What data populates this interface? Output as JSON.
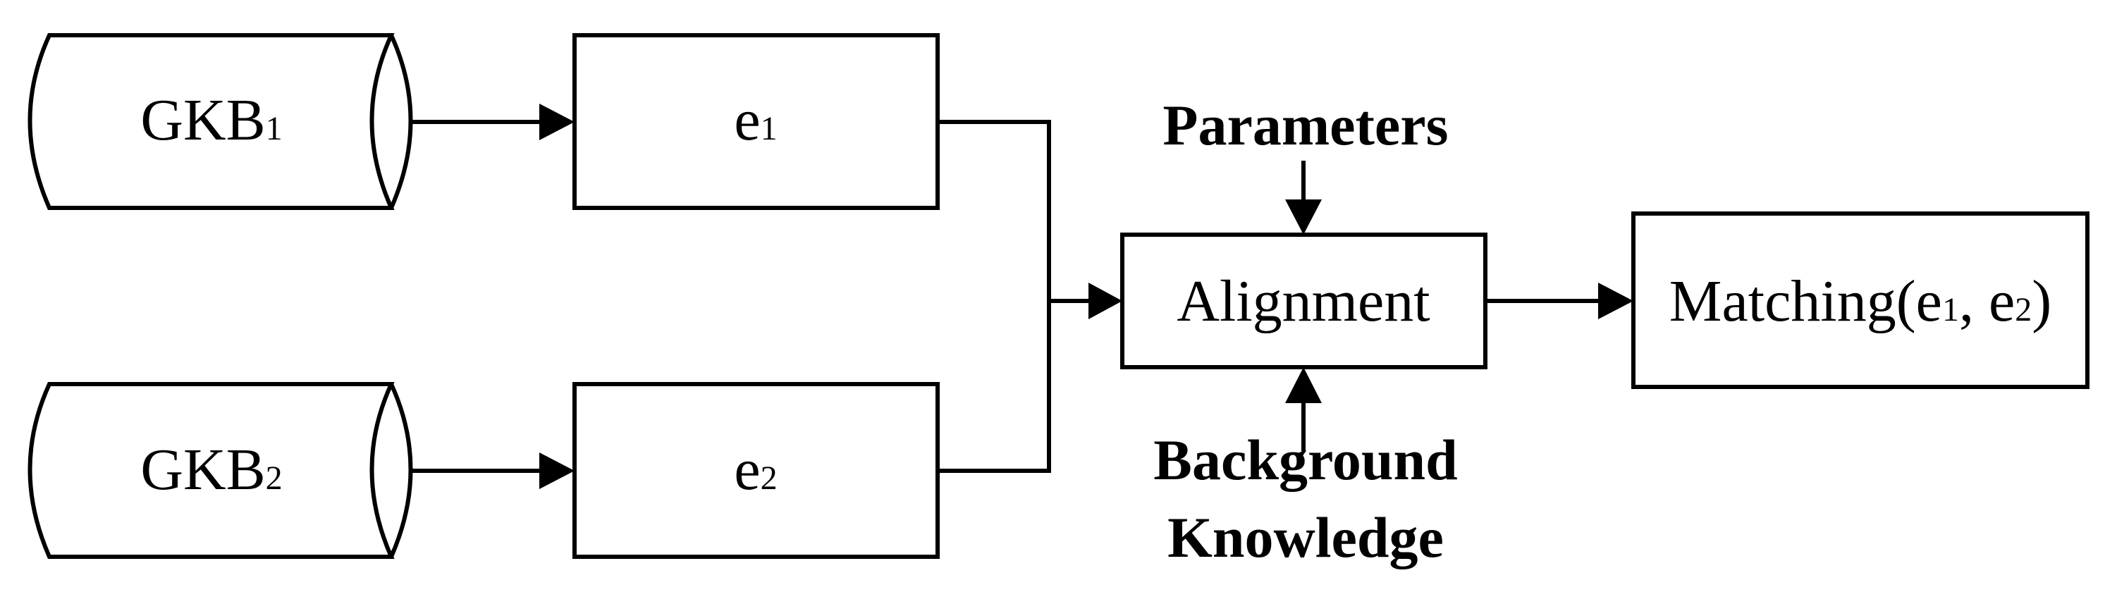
{
  "nodes": {
    "gkb1": {
      "name": "GKB",
      "subscript": "1"
    },
    "gkb2": {
      "name": "GKB",
      "subscript": "2"
    },
    "e1": {
      "name": "e",
      "subscript": "1"
    },
    "e2": {
      "name": "e",
      "subscript": "2"
    },
    "alignment": {
      "label": "Alignment"
    },
    "matching": {
      "prefix": "Matching(e",
      "sub1": "1",
      "mid": ", e",
      "sub2": "2",
      "suffix": ")"
    }
  },
  "inputs": {
    "parameters": "Parameters",
    "background_line1": "Background",
    "background_line2": "Knowledge"
  }
}
